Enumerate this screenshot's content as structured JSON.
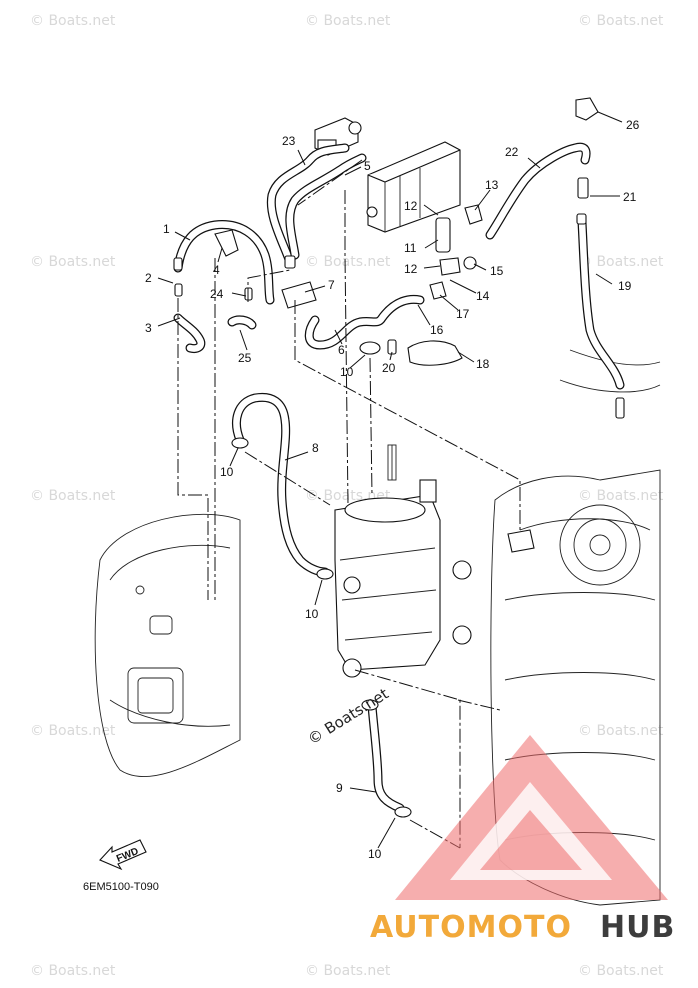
{
  "watermark": {
    "text": "© Boats.net",
    "center_text": "© Boats.net"
  },
  "diagram_code": "6EM5100-T090",
  "fwd_label": "FWD",
  "brand": {
    "part1": "AUTOMOTO",
    "part2": "HUB",
    "accent_color": "#f2a93a",
    "dark_color": "#3d3d3d",
    "logo_color": "#ef6b6b"
  },
  "callouts": [
    {
      "id": "c1",
      "label": "1"
    },
    {
      "id": "c2",
      "label": "2"
    },
    {
      "id": "c3",
      "label": "3"
    },
    {
      "id": "c4",
      "label": "4"
    },
    {
      "id": "c5",
      "label": "5"
    },
    {
      "id": "c6",
      "label": "6"
    },
    {
      "id": "c7",
      "label": "7"
    },
    {
      "id": "c8",
      "label": "8"
    },
    {
      "id": "c9",
      "label": "9"
    },
    {
      "id": "c10a",
      "label": "10"
    },
    {
      "id": "c10b",
      "label": "10"
    },
    {
      "id": "c10c",
      "label": "10"
    },
    {
      "id": "c10d",
      "label": "10"
    },
    {
      "id": "c11",
      "label": "11"
    },
    {
      "id": "c12a",
      "label": "12"
    },
    {
      "id": "c12b",
      "label": "12"
    },
    {
      "id": "c13",
      "label": "13"
    },
    {
      "id": "c14",
      "label": "14"
    },
    {
      "id": "c15",
      "label": "15"
    },
    {
      "id": "c16",
      "label": "16"
    },
    {
      "id": "c17",
      "label": "17"
    },
    {
      "id": "c18",
      "label": "18"
    },
    {
      "id": "c19",
      "label": "19"
    },
    {
      "id": "c20",
      "label": "20"
    },
    {
      "id": "c21",
      "label": "21"
    },
    {
      "id": "c22",
      "label": "22"
    },
    {
      "id": "c23",
      "label": "23"
    },
    {
      "id": "c24",
      "label": "24"
    },
    {
      "id": "c25",
      "label": "25"
    },
    {
      "id": "c26",
      "label": "26"
    }
  ]
}
